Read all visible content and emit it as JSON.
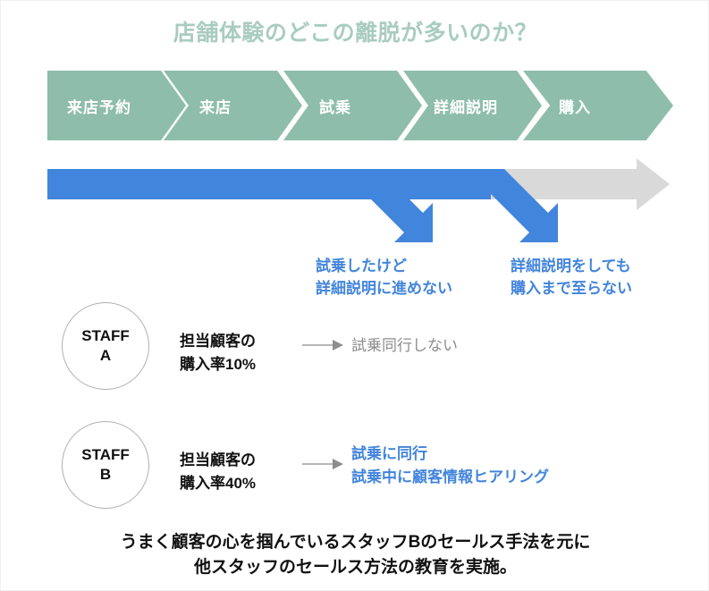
{
  "title": "店舗体験のどこの離脱が多いのか？",
  "colors": {
    "stage_green": "#8ebdac",
    "title_green": "#a9ccc0",
    "flow_blue": "#4285dc",
    "flow_gray": "#d9d9d9",
    "text_black": "#111111",
    "text_gray": "#8d8d8d"
  },
  "funnel": {
    "stages": [
      {
        "label": "来店予約"
      },
      {
        "label": "来店"
      },
      {
        "label": "試乗"
      },
      {
        "label": "詳細説明"
      },
      {
        "label": "購入"
      }
    ]
  },
  "dropoffs": [
    {
      "line1": "試乗したけど",
      "line2": "詳細説明に進めない"
    },
    {
      "line1": "詳細説明をしても",
      "line2": "購入まで至らない"
    }
  ],
  "staff": [
    {
      "name_line1": "STAFF",
      "name_line2": "A",
      "metric_line1": "担当顧客の",
      "metric_line2": "購入率10%",
      "purchase_rate": "10%",
      "behavior_lines": [
        "試乗同行しない"
      ],
      "behavior_tone": "gray"
    },
    {
      "name_line1": "STAFF",
      "name_line2": "B",
      "metric_line1": "担当顧客の",
      "metric_line2": "購入率40%",
      "purchase_rate": "40%",
      "behavior_lines": [
        "試乗に同行",
        "試乗中に顧客情報ヒアリング"
      ],
      "behavior_tone": "blue"
    }
  ],
  "conclusion": {
    "line1": "うまく顧客の心を掴んでいるスタッフBのセールス手法を元に",
    "line2": "他スタッフのセールス方法の教育を実施。"
  },
  "chart_data": {
    "type": "bar",
    "title": "担当顧客の購入率",
    "categories": [
      "STAFF A",
      "STAFF B"
    ],
    "values": [
      10,
      40
    ],
    "xlabel": "",
    "ylabel": "購入率 (%)",
    "ylim": [
      0,
      100
    ]
  }
}
